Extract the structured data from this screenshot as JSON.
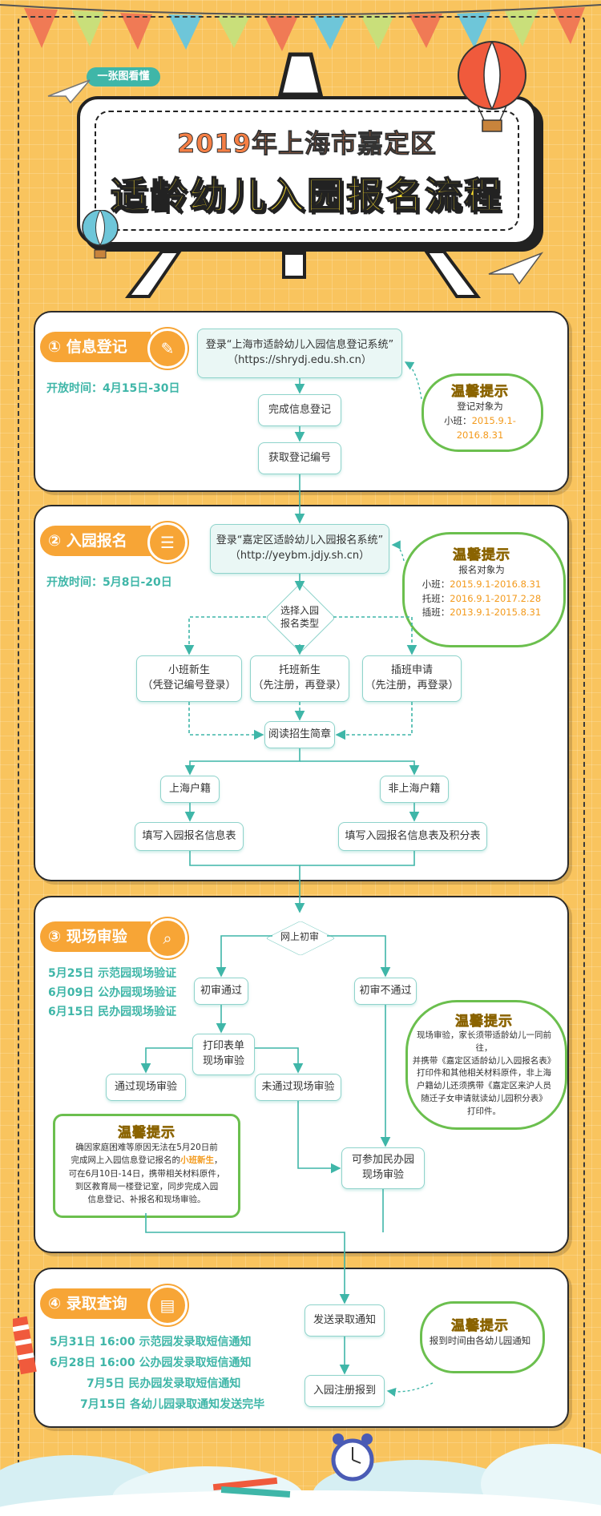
{
  "header": {
    "tag": "一张图看懂",
    "title_line1": "2019年上海市嘉定区",
    "title_line2": "适龄幼儿入园报名流程"
  },
  "colors": {
    "accent_orange": "#f7a536",
    "teal": "#3fb6a8",
    "tip_green": "#6bbf4e",
    "background": "#f9c45e"
  },
  "step1": {
    "tab": "① 信息登记",
    "icon": "pencil-icon",
    "open_time": "开放时间：4月15日-30日",
    "login_line1": "登录“上海市适龄幼儿入园信息登记系统”",
    "login_line2": "（https://shrydj.edu.sh.cn）",
    "complete": "完成信息登记",
    "get_number": "获取登记编号",
    "tip": {
      "title": "温馨提示",
      "line1": "登记对象为",
      "label": "小班：",
      "value": "2015.9.1-2016.8.31"
    }
  },
  "step2": {
    "tab": "② 入园报名",
    "icon": "document-icon",
    "open_time": "开放时间：5月8日-20日",
    "login_line1": "登录“嘉定区适龄幼儿入园报名系统”",
    "login_line2": "（http://yeybm.jdjy.sh.cn）",
    "select_type": [
      "选择入园",
      "报名类型"
    ],
    "small_new": [
      "小班新生",
      "（凭登记编号登录）"
    ],
    "nursery_new": [
      "托班新生",
      "（先注册，再登录）"
    ],
    "transfer": [
      "插班申请",
      "（先注册，再登录）"
    ],
    "read_guide": "阅读招生简章",
    "shanghai": "上海户籍",
    "non_shanghai": "非上海户籍",
    "fill_form": "填写入园报名信息表",
    "fill_form_points": "填写入园报名信息表及积分表",
    "tip": {
      "title": "温馨提示",
      "line1": "报名对象为",
      "rows": [
        {
          "label": "小班：",
          "value": "2015.9.1-2016.8.31"
        },
        {
          "label": "托班：",
          "value": "2016.9.1-2017.2.28"
        },
        {
          "label": "插班：",
          "value": "2013.9.1-2015.8.31"
        }
      ]
    }
  },
  "step3": {
    "tab": "③ 现场审验",
    "icon": "magnifier-icon",
    "schedule": [
      "5月25日  示范园现场验证",
      "6月09日  公办园现场验证",
      "6月15日  民办园现场验证"
    ],
    "online_review": "网上初审",
    "pass_initial": "初审通过",
    "fail_initial": "初审不通过",
    "print_form": [
      "打印表单",
      "现场审验"
    ],
    "pass_onsite": "通过现场审验",
    "fail_onsite": "未通过现场审验",
    "private_onsite": [
      "可参加民办园",
      "现场审验"
    ],
    "tip_right": {
      "title": "温馨提示",
      "lines": [
        "现场审验，家长须带适龄幼儿一同前往，",
        "并携带《嘉定区适龄幼儿入园报名表》",
        "打印件和其他相关材料原件，非上海",
        "户籍幼儿还须携带《嘉定区来沪人员",
        "随迁子女申请就读幼儿园积分表》",
        "打印件。"
      ]
    },
    "tip_left": {
      "title": "温馨提示",
      "line1": "确因家庭困难等原因无法在5月20日前",
      "line2_pre": "完成网上入园信息登记报名的",
      "line2_hl": "小班新生",
      "line2_post": "，",
      "line3": "可在6月10日-14日，携带相关材料原件，",
      "line4": "到区教育局一楼登记室，同步完成入园",
      "line5": "信息登记、补报名和现场审验。"
    }
  },
  "step4": {
    "tab": "④ 录取查询",
    "icon": "clipboard-icon",
    "schedule": [
      "5月31日 16:00    示范园发录取短信通知",
      "6月28日 16:00    公办园发录取短信通知",
      "7月5日    民办园发录取短信通知",
      "7月15日    各幼儿园录取通知发送完毕"
    ],
    "send_notice": "发送录取通知",
    "register": "入园注册报到",
    "tip": {
      "title": "温馨提示",
      "line1": "报到时间由各幼儿园通知"
    }
  }
}
